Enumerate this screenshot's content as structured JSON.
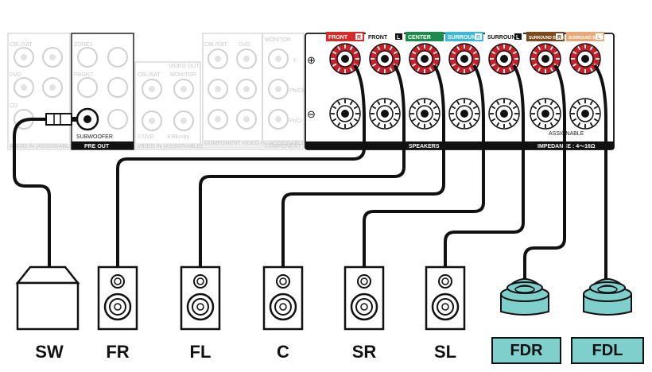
{
  "panel": {
    "cbl_sat": "CBL/SAT",
    "dvd": "DVD",
    "cd": "CD",
    "zone2": "ZONE2",
    "front": "FRONT",
    "subwoofer": "SUBWOOFER",
    "pre_out": "PRE OUT",
    "audio_in": "AUDIO IN (ASSIGNABLE)",
    "video_in": "VIDEO IN (ASSIGNABLE)",
    "video_in_cbl": "CBL/SAT",
    "video_out": "VIDEO OUT",
    "monitor": "MONITOR",
    "dvd2": "2 DVD",
    "bluray": "3 Blu-ray",
    "comp_cbl": "CBL/SAT",
    "comp_dvd": "DVD",
    "comp_video_in": "COMPONENT VIDEO IN (ASSIGNABLE)",
    "comp_monitor": "MONITOR",
    "comp_video_out": "COMPONENT VIDEO OUT",
    "y": "Y",
    "pb": "Pb/Cb",
    "pr": "Pr/Cr",
    "plus": "⊕",
    "minus": "⊖",
    "speakers_band": "SPEAKERS",
    "assignable": "ASSIGNABLE",
    "impedance": "IMPEDANCE : 4～16Ω"
  },
  "terminal_tags": [
    {
      "label": "FRONT",
      "side": "R",
      "color": "#d52b2b"
    },
    {
      "label": "FRONT",
      "side": "L",
      "color": "#ffffff"
    },
    {
      "label": "CENTER",
      "side": "",
      "color": "#1d8a4e"
    },
    {
      "label": "SURROUND",
      "side": "R",
      "color": "#3fb8d8"
    },
    {
      "label": "SURROUND",
      "side": "L",
      "color": "#ffffff"
    },
    {
      "label": "SURROUND BACK",
      "side": "R",
      "color": "#7a4a1c"
    },
    {
      "label": "SURROUND BACK",
      "side": "L",
      "color": "#e8a878"
    }
  ],
  "speakers": [
    {
      "label": "SW"
    },
    {
      "label": "FR"
    },
    {
      "label": "FL"
    },
    {
      "label": "C"
    },
    {
      "label": "SR"
    },
    {
      "label": "SL"
    },
    {
      "label": "FDR"
    },
    {
      "label": "FDL"
    }
  ],
  "colors": {
    "height_speaker": "#7fcfcc",
    "terminal_red": "#c8202a"
  }
}
